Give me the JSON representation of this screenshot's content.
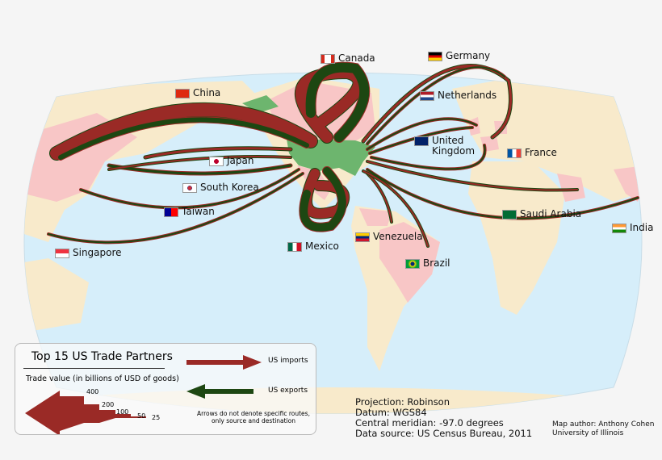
{
  "legend": {
    "title": "Top 15 US Trade Partners",
    "imports_label": "US imports",
    "exports_label": "US exports",
    "scale_caption": "Trade value (in billions of USD of goods)",
    "scale_ticks": [
      "400",
      "200",
      "100",
      "50",
      "25"
    ],
    "note": "Arrows do not denote specific routes, only source and destination"
  },
  "colors": {
    "imports": "#9a2a26",
    "exports": "#1d4712",
    "ocean": "#d6eefa",
    "land": "#f8eacb",
    "partner": "#f8c6c6",
    "usa": "#6db56e"
  },
  "partners": [
    {
      "name": "Canada",
      "flag": "canada-flag"
    },
    {
      "name": "Germany",
      "flag": "germany-flag"
    },
    {
      "name": "China",
      "flag": "china-flag"
    },
    {
      "name": "Netherlands",
      "flag": "netherlands-flag"
    },
    {
      "name": "United Kingdom",
      "flag": "uk-flag"
    },
    {
      "name": "France",
      "flag": "france-flag"
    },
    {
      "name": "Japan",
      "flag": "japan-flag"
    },
    {
      "name": "South Korea",
      "flag": "south-korea-flag"
    },
    {
      "name": "Taiwan",
      "flag": "taiwan-flag"
    },
    {
      "name": "Saudi Arabia",
      "flag": "saudi-arabia-flag"
    },
    {
      "name": "India",
      "flag": "india-flag"
    },
    {
      "name": "Venezuela",
      "flag": "venezuela-flag"
    },
    {
      "name": "Mexico",
      "flag": "mexico-flag"
    },
    {
      "name": "Brazil",
      "flag": "brazil-flag"
    },
    {
      "name": "Singapore",
      "flag": "singapore-flag"
    }
  ],
  "notes": {
    "projection": "Projection: Robinson",
    "datum": "Datum: WGS84",
    "meridian": "Central meridian: -97.0 degrees",
    "source": "Data source: US Census Bureau, 2011"
  },
  "author": {
    "line1": "Map author: Anthony Cohen",
    "line2": "University of Illinois"
  }
}
